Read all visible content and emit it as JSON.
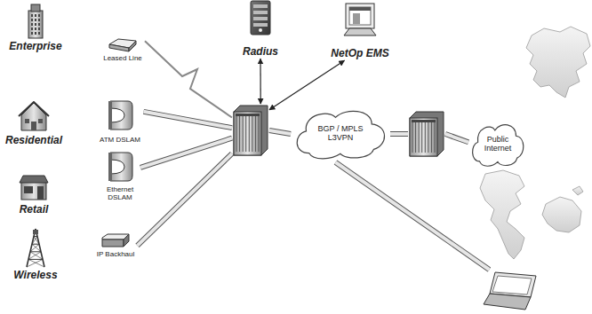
{
  "diagram": {
    "nodes": [
      {
        "text": [
          "Radius"
        ]
      },
      {
        "text": [
          "NetOp EMS"
        ]
      },
      {
        "text": [
          "Enterprise"
        ]
      },
      {
        "text": [
          "Leased Line"
        ]
      },
      {
        "text": [
          "Residential"
        ]
      },
      {
        "text": [
          "ATM DSLAM"
        ]
      },
      {
        "text": [
          "Retail"
        ]
      },
      {
        "text": [
          "Ethernet DSLAM"
        ]
      },
      {
        "text": [
          "Wireless"
        ]
      },
      {
        "text": [
          "IP Backhaul"
        ]
      },
      {
        "text": []
      },
      {
        "text": [
          "BGP / MPLS L3VPN"
        ]
      },
      {
        "text": []
      },
      {
        "text": [
          "Public Internet"
        ]
      },
      {
        "text": []
      }
    ],
    "edges": [
      {
        "from": 0,
        "to": 10,
        "arrow": "both"
      },
      {
        "from": 1,
        "to": 10,
        "arrow": "both"
      },
      {
        "from": 3,
        "to": 10,
        "arrow": "none"
      },
      {
        "from": 5,
        "to": 10,
        "arrow": "none"
      },
      {
        "from": 7,
        "to": 10,
        "arrow": "none"
      },
      {
        "from": 9,
        "to": 10,
        "arrow": "none"
      },
      {
        "from": 10,
        "to": 11,
        "arrow": "none"
      },
      {
        "from": 11,
        "to": 12,
        "arrow": "none"
      },
      {
        "from": 12,
        "to": 13,
        "arrow": "none"
      },
      {
        "from": 11,
        "to": 14,
        "arrow": "none"
      }
    ]
  }
}
